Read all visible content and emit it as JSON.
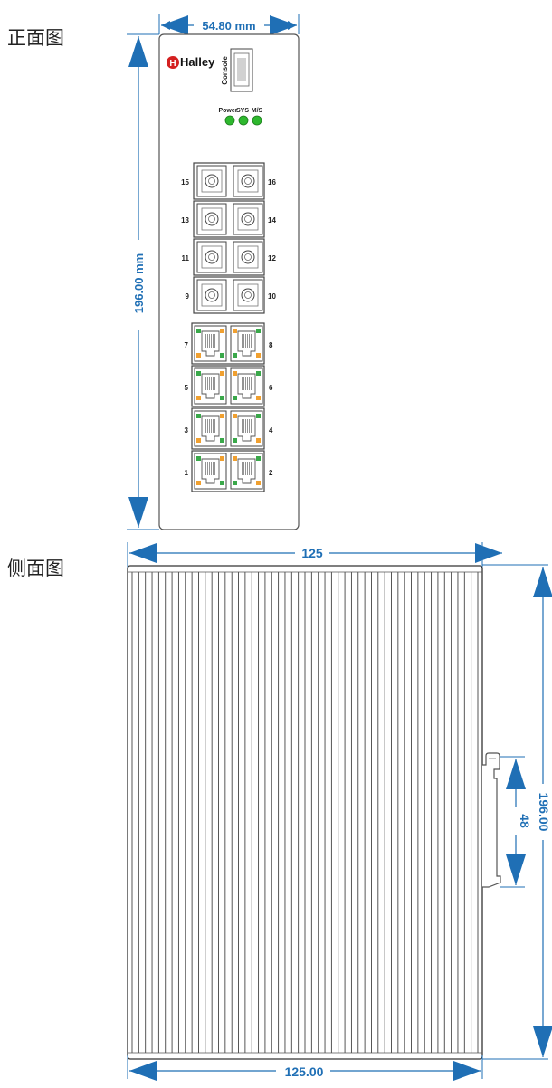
{
  "front_view": {
    "title": "正面图",
    "width_dim": "54.80 mm",
    "height_dim": "196.00 mm",
    "logo": "Halley",
    "console_label": "Console",
    "leds": [
      {
        "label": "Power",
        "color": "#2eb82e"
      },
      {
        "label": "SYS",
        "color": "#2eb82e"
      },
      {
        "label": "M/S",
        "color": "#2eb82e"
      }
    ],
    "sfp_ports_left": [
      "15",
      "13",
      "11",
      "9"
    ],
    "sfp_ports_right": [
      "16",
      "14",
      "12",
      "10"
    ],
    "rj45_ports_left": [
      "7",
      "5",
      "3",
      "1"
    ],
    "rj45_ports_right": [
      "8",
      "6",
      "4",
      "2"
    ]
  },
  "side_view": {
    "title": "侧面图",
    "top_dim": "125",
    "bottom_dim": "125.00",
    "right_dim": "196.00",
    "rail_dim": "48"
  },
  "colors": {
    "dimension": "#1f6fb5",
    "led_green": "#2eb82e",
    "port_green": "#3aa84a",
    "port_orange": "#f0a030",
    "logo_red": "#d42020"
  }
}
